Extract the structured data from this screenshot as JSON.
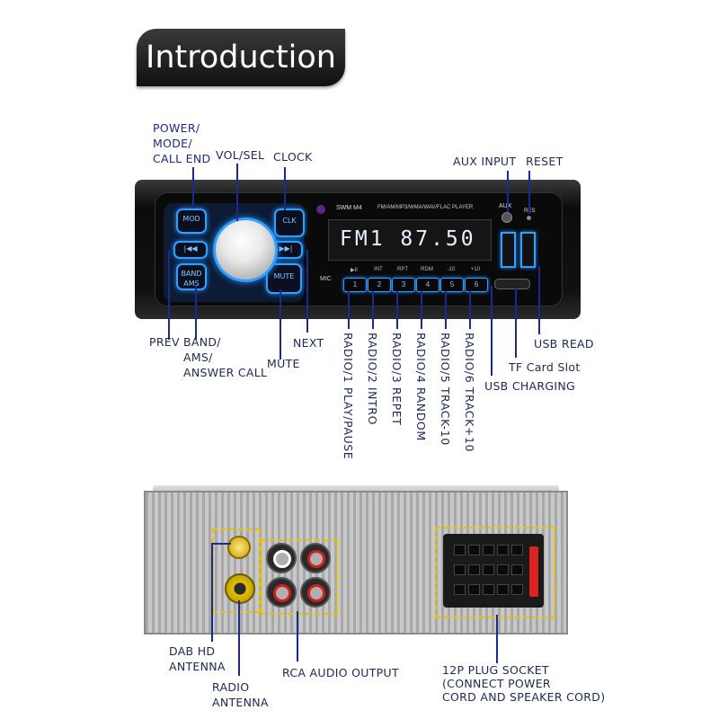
{
  "header": {
    "title": "Introduction"
  },
  "front": {
    "display_brand": "SWM M4",
    "display_formats": "FM/AM/MP3/WMA/WAV/FLAC PLAYER",
    "display_reading": "FM1  87.50",
    "aux_mark": "AUX",
    "res_mark": "RES",
    "mic_mark": "MIC",
    "buttons": {
      "mod": "MOD",
      "clk": "CLK",
      "prev": "|◀◀",
      "next": "▶▶|",
      "band": "BAND\nAMS",
      "mute": "MUTE"
    },
    "number_buttons": [
      {
        "top": "▶II",
        "num": "1"
      },
      {
        "top": "INT",
        "num": "2"
      },
      {
        "top": "RPT",
        "num": "3"
      },
      {
        "top": "RDM",
        "num": "4"
      },
      {
        "top": "-10",
        "num": "5"
      },
      {
        "top": "+10",
        "num": "6"
      }
    ]
  },
  "labels": {
    "power": [
      "POWER/",
      "MODE/",
      "CALL END"
    ],
    "vol_sel": "VOL/SEL",
    "clock": "CLOCK",
    "aux_input": "AUX INPUT",
    "reset": "RESET",
    "prev": "PREV",
    "band": [
      "BAND/",
      "AMS/",
      "ANSWER CALL"
    ],
    "mute": "MUTE",
    "next": "NEXT",
    "usb_read": "USB READ",
    "tf_card": "TF Card Slot",
    "usb_charging": "USB CHARGING",
    "radio": [
      "RADIO/1  PLAY/PAUSE",
      "RADIO/2  INTRO",
      "RADIO/3  REPET",
      "RADIO/4  RANDOM",
      "RADIO/5  TRACK-10",
      "RADIO/6  TRACK+10"
    ]
  },
  "rear_labels": {
    "dab": [
      "DAB HD",
      "ANTENNA"
    ],
    "radio_antenna": [
      "RADIO",
      "ANTENNA"
    ],
    "rca": "RCA AUDIO OUTPUT",
    "plug": [
      "12P PLUG SOCKET",
      "(CONNECT POWER",
      "CORD AND SPEAKER CORD)"
    ]
  },
  "colors": {
    "accent_blue": "#2ea0ff",
    "label_navy": "#1b2a8c",
    "dash_yellow": "#e4c300"
  }
}
